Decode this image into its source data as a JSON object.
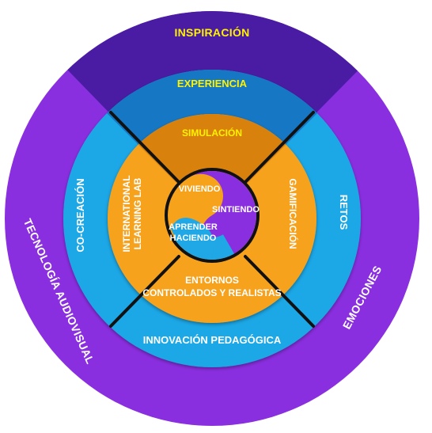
{
  "outer_ring": {
    "top": "INSPIRACIÓN",
    "left": "TECNOLOGÍA AUDIOVISUAL",
    "right": "EMOCIONES"
  },
  "middle_ring": {
    "top": "EXPERIENCIA",
    "left": "CO-CREACIÓN",
    "right": "RETOS",
    "bottom": "INNOVACIÓN PEDAGÓGICA"
  },
  "inner_ring": {
    "top": "SIMULACIÓN",
    "left_line1": "INTERNATIONAL",
    "left_line2": "LEARNING LAB",
    "right": "GAMIFICACIÓN",
    "bottom_line1": "ENTORNOS",
    "bottom_line2": "CONTROLADOS Y REALISTAS"
  },
  "core": {
    "top": "VIVIENDO",
    "right": "SINTIENDO",
    "bottom_line1": "APRENDER",
    "bottom_line2": "HACIENDO"
  },
  "colors": {
    "outer_purple": "#8a2fe0",
    "outer_dark": "#4a1ca3",
    "middle_blue": "#1fa7e6",
    "middle_dark_blue": "#1577c4",
    "inner_orange": "#f6a21b",
    "inner_dark_orange": "#d8820e",
    "label_yellow": "#fff200",
    "label_white": "#ffffff"
  }
}
